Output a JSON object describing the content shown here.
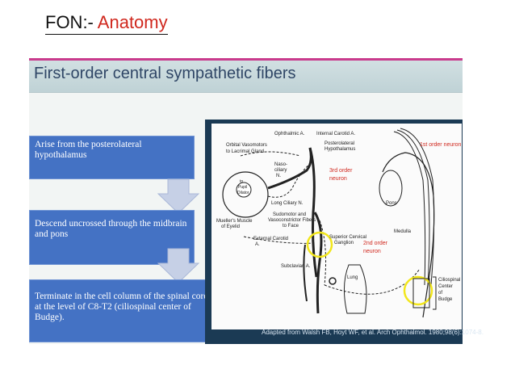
{
  "header": {
    "prefix": "FON:-",
    "topic": "Anatomy"
  },
  "slide": {
    "title": "First-order central sympathetic fibers",
    "boxes": [
      "Arise from the posterolateral hypothalamus",
      "Descend uncrossed through the midbrain and pons",
      "Terminate in the cell column of the spinal cord at the level of C8-T2 (ciliospinal center of Budge)."
    ]
  },
  "figure": {
    "labels": {
      "ophthalmic": "Ophthalmic A.",
      "internal_carotid": "Internal Carotid A.",
      "orbital_vasomotors": "Orbital Vasomotors",
      "lacrimal": "to Lacrimal Gland",
      "posterolateral": "Posterolateral",
      "hypothalamus": "Hypothalamus",
      "first_order": "1st order neuron",
      "naso": "Naso-",
      "ciliary": "ciliary",
      "n": "N.",
      "third_order": "3rd order",
      "neuron": "neuron",
      "to": "to",
      "pupil": "Pupil",
      "dilator": "Dilator",
      "long_ciliary": "Long Ciliary N.",
      "pons": "Pons",
      "muellers": "Mueller's Muscle",
      "of_eyelid": "of Eyelid",
      "sudomotor": "Sudomotor and",
      "vasoconstrictor": "Vasoconstrictor Fibers",
      "to_face": "to Face",
      "medulla": "Medulla",
      "superior_cervical": "Superior Cervical",
      "ganglion": "Ganglion",
      "external_carotid": "External Carotid",
      "a": "A.",
      "second_order": "2nd order",
      "subclavian": "Subclavian A.",
      "lung": "Lung",
      "ciliospinal": "Ciliospinal",
      "center": "Center",
      "of": "of",
      "budge": "Budge"
    },
    "citation": "Adapted from Walsh FB, Hoyt WF, et al. Arch Ophthalmol. 1980;98(6):1074-8."
  },
  "colors": {
    "accent_red": "#d0281e",
    "box_blue": "#4472c4",
    "highlight_yellow": "#f2e61c"
  }
}
